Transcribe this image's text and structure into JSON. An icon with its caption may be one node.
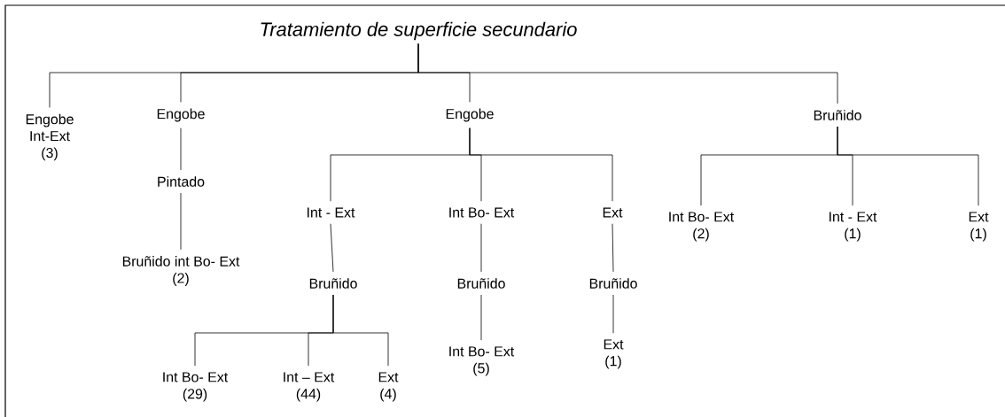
{
  "diagram": {
    "nodes": [
      {
        "text": [
          "Tratamiento de superficie secundario"
        ]
      },
      {
        "text": [
          "Engobe Int-Ext",
          "(3)"
        ]
      },
      {
        "text": [
          "Engobe"
        ]
      },
      {
        "text": [
          "Pintado"
        ]
      },
      {
        "text": [
          "Bruñido int Bo- Ext",
          "(2)"
        ]
      },
      {
        "text": [
          "Engobe"
        ]
      },
      {
        "text": [
          "Int - Ext"
        ]
      },
      {
        "text": [
          "Bruñido"
        ]
      },
      {
        "text": [
          "Int Bo- Ext",
          "(29)"
        ]
      },
      {
        "text": [
          "Int – Ext",
          "(44)"
        ]
      },
      {
        "text": [
          "Ext",
          "(4)"
        ]
      },
      {
        "text": [
          "Int Bo- Ext"
        ]
      },
      {
        "text": [
          "Bruñido"
        ]
      },
      {
        "text": [
          "Int Bo- Ext",
          "(5)"
        ]
      },
      {
        "text": [
          "Ext"
        ]
      },
      {
        "text": [
          "Bruñido"
        ]
      },
      {
        "text": [
          "Ext",
          "(1)"
        ]
      },
      {
        "text": [
          "Bruñido"
        ]
      },
      {
        "text": [
          "Int Bo- Ext",
          "(2)"
        ]
      },
      {
        "text": [
          "Int - Ext",
          "(1)"
        ]
      },
      {
        "text": [
          "Ext",
          "(1)"
        ]
      }
    ],
    "edges": [
      {
        "from": 0,
        "to": 1,
        "arrow": "none"
      },
      {
        "from": 0,
        "to": 2,
        "arrow": "none"
      },
      {
        "from": 0,
        "to": 5,
        "arrow": "none"
      },
      {
        "from": 0,
        "to": 17,
        "arrow": "none"
      },
      {
        "from": 2,
        "to": 3,
        "arrow": "none"
      },
      {
        "from": 3,
        "to": 4,
        "arrow": "none"
      },
      {
        "from": 5,
        "to": 6,
        "arrow": "none"
      },
      {
        "from": 5,
        "to": 11,
        "arrow": "none"
      },
      {
        "from": 5,
        "to": 14,
        "arrow": "none"
      },
      {
        "from": 6,
        "to": 7,
        "arrow": "none"
      },
      {
        "from": 7,
        "to": 8,
        "arrow": "none"
      },
      {
        "from": 7,
        "to": 9,
        "arrow": "none"
      },
      {
        "from": 7,
        "to": 10,
        "arrow": "none"
      },
      {
        "from": 11,
        "to": 12,
        "arrow": "none"
      },
      {
        "from": 12,
        "to": 13,
        "arrow": "none"
      },
      {
        "from": 14,
        "to": 15,
        "arrow": "none"
      },
      {
        "from": 15,
        "to": 16,
        "arrow": "none"
      },
      {
        "from": 17,
        "to": 18,
        "arrow": "none"
      },
      {
        "from": 17,
        "to": 19,
        "arrow": "none"
      },
      {
        "from": 17,
        "to": 20,
        "arrow": "none"
      }
    ]
  }
}
